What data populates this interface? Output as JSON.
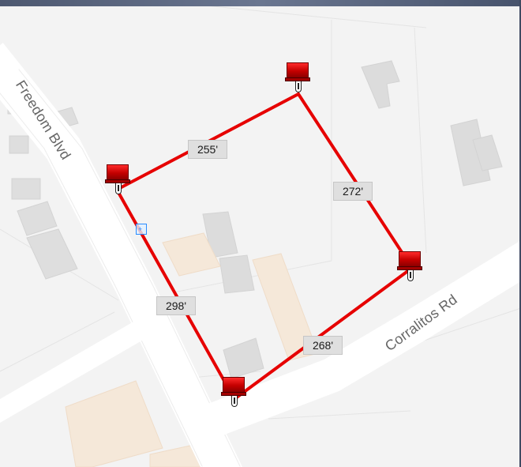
{
  "map": {
    "roads": [
      {
        "name": "Freedom Blvd"
      },
      {
        "name": "Corralitos Rd"
      }
    ],
    "measurements": [
      {
        "label": "255'"
      },
      {
        "label": "272'"
      },
      {
        "label": "268'"
      },
      {
        "label": "298'"
      }
    ],
    "pins": [
      {
        "name": "top"
      },
      {
        "name": "left"
      },
      {
        "name": "right"
      },
      {
        "name": "bottom"
      }
    ],
    "colors": {
      "background": "#f3f3f3",
      "road": "#ffffff",
      "polygon": "#e60000",
      "building": "#dcdcdc",
      "beige": "#f6e8d8",
      "header": "#4d5870"
    }
  }
}
